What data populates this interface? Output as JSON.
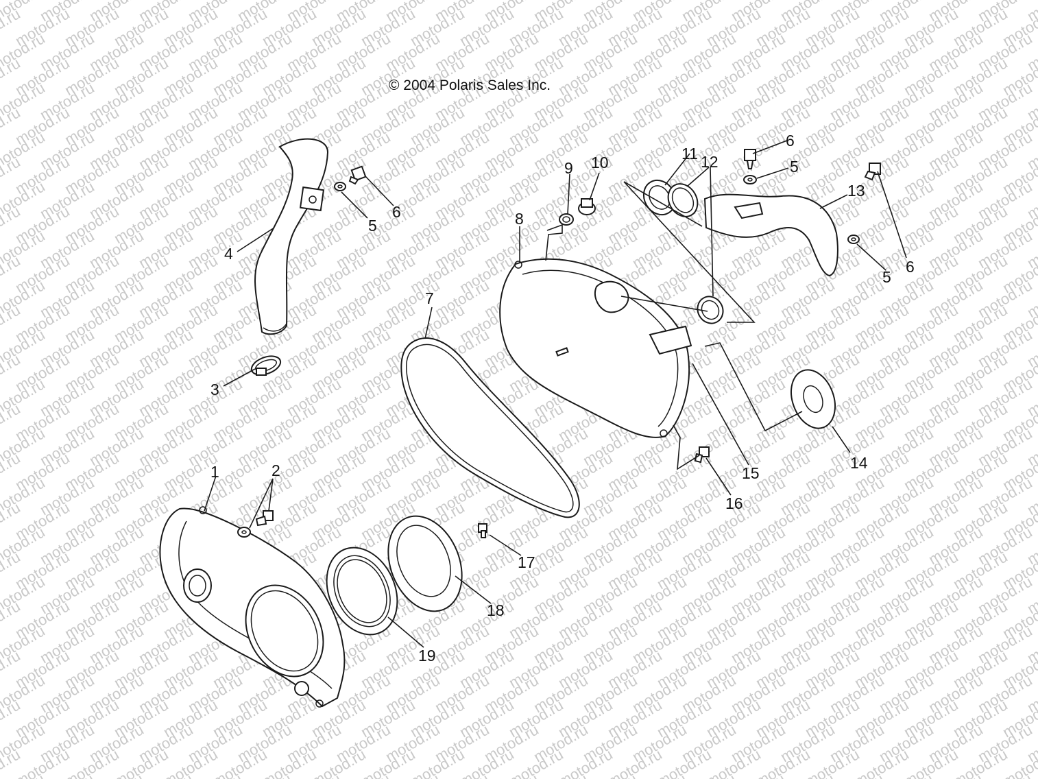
{
  "copyright": "© 2004 Polaris Sales Inc.",
  "watermark": "motod.ru",
  "callouts": [
    "1",
    "2",
    "3",
    "4",
    "5",
    "6",
    "7",
    "8",
    "9",
    "10",
    "11",
    "12",
    "13",
    "14",
    "15",
    "16",
    "17",
    "18",
    "19"
  ],
  "colors": {
    "ink": "#1a1a1a",
    "watermark": "#c9c9c9",
    "background": "#ffffff"
  }
}
